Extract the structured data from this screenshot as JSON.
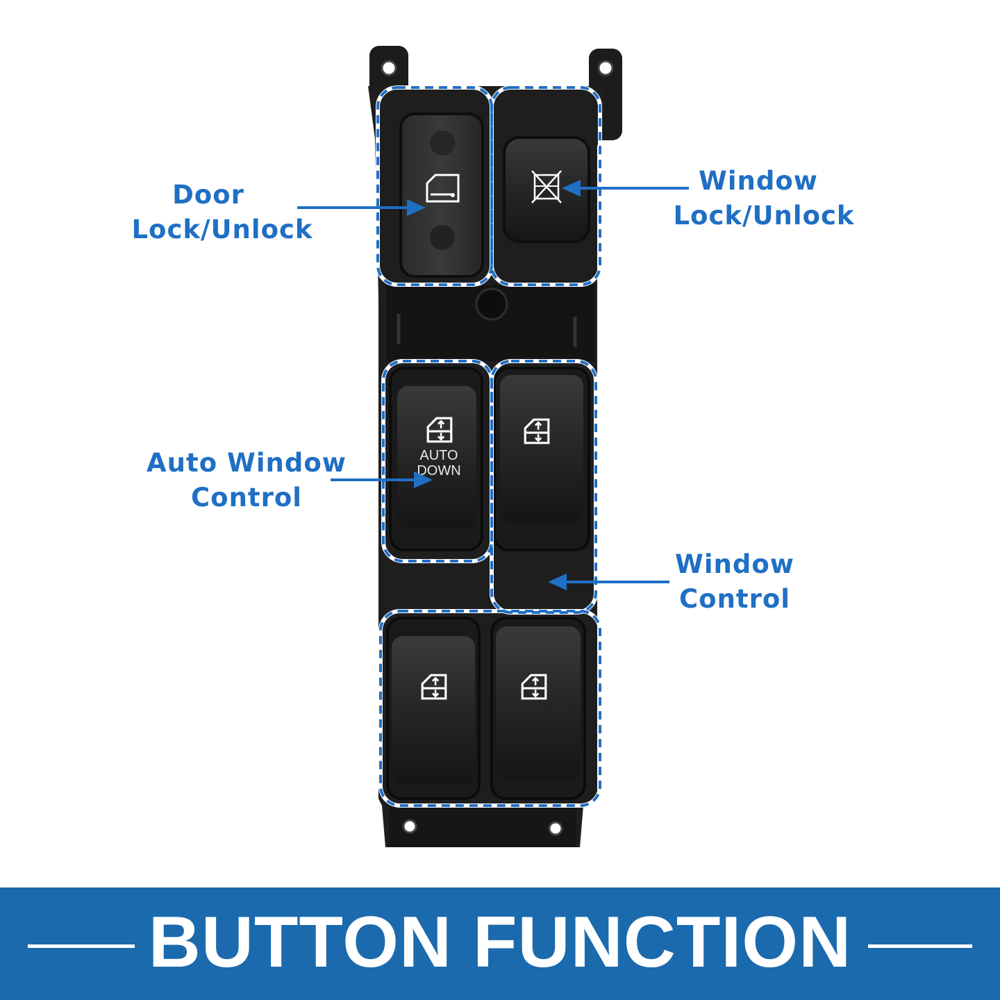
{
  "callouts": {
    "door_lock": {
      "line1": "Door",
      "line2": "Lock/Unlock"
    },
    "window_lock": {
      "line1": "Window",
      "line2": "Lock/Unlock"
    },
    "auto_window": {
      "line1": "Auto Window",
      "line2": "Control"
    },
    "window_control": {
      "line1": "Window",
      "line2": "Control"
    }
  },
  "switch_labels": {
    "auto": "AUTO",
    "down": "DOWN"
  },
  "banner": {
    "title": "BUTTON FUNCTION"
  },
  "colors": {
    "accent_blue": "#1f6fc4",
    "banner_blue": "#1b6aad",
    "switch_body": "#1a1a1a",
    "background": "#ffffff"
  },
  "icons": [
    "door-lock-icon",
    "window-lock-icon",
    "window-up-down-icon"
  ]
}
